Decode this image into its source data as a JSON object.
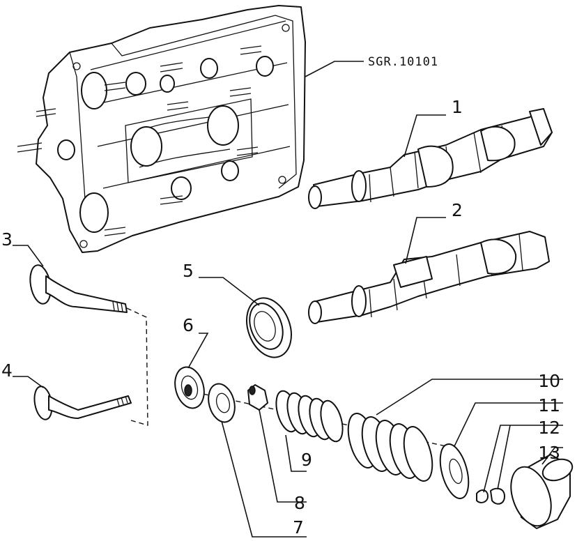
{
  "drawing_reference": "SGR.10101",
  "callouts": {
    "c1": "1",
    "c2": "2",
    "c3": "3",
    "c4": "4",
    "c5": "5",
    "c6": "6",
    "c7": "7",
    "c8": "8",
    "c9": "9",
    "c10": "10",
    "c11": "11",
    "c12": "12",
    "c13": "13"
  }
}
